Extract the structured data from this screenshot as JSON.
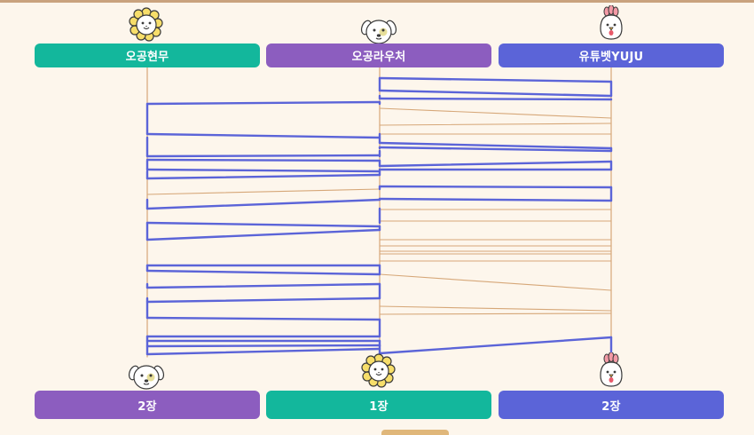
{
  "players": [
    {
      "name": "오공현무",
      "color": "#13b79c",
      "avatar": "lion-icon"
    },
    {
      "name": "오공라우처",
      "color": "#8c5dbf",
      "avatar": "dog-icon"
    },
    {
      "name": "유튜벳YUJU",
      "color": "#5b64d8",
      "avatar": "chicken-icon"
    }
  ],
  "results": [
    {
      "label": "2장",
      "color": "#8c5dbf",
      "avatar": "dog-icon"
    },
    {
      "label": "1장",
      "color": "#13b79c",
      "avatar": "lion-icon"
    },
    {
      "label": "2장",
      "color": "#5b64d8",
      "avatar": "chicken-icon"
    }
  ],
  "colors": {
    "rail": "#d6a778",
    "rung": "#d6a778",
    "path": "#5b64d8",
    "background": "#fdf6ec"
  },
  "rungs": [
    {
      "pair": "B-C",
      "l": 88,
      "r": 92,
      "hl": true
    },
    {
      "pair": "B-C",
      "l": 102,
      "r": 108,
      "hl": true
    },
    {
      "pair": "A-B",
      "l": 117,
      "r": 115,
      "hl": true
    },
    {
      "pair": "B-C",
      "l": 111,
      "r": 112,
      "hl": true
    },
    {
      "pair": "B-C",
      "l": 122,
      "r": 133,
      "hl": false
    },
    {
      "pair": "B-C",
      "l": 141,
      "r": 139,
      "hl": false
    },
    {
      "pair": "B-C",
      "l": 151,
      "r": 151,
      "hl": false
    },
    {
      "pair": "A-B",
      "l": 151,
      "r": 155,
      "hl": true
    },
    {
      "pair": "B-C",
      "l": 161,
      "r": 167,
      "hl": true
    },
    {
      "pair": "B-C",
      "l": 166,
      "r": 170,
      "hl": true
    },
    {
      "pair": "A-B",
      "l": 176,
      "r": 175,
      "hl": true
    },
    {
      "pair": "A-B",
      "l": 180,
      "r": 181,
      "hl": true
    },
    {
      "pair": "B-C",
      "l": 187,
      "r": 182,
      "hl": true
    },
    {
      "pair": "B-C",
      "l": 191,
      "r": 191,
      "hl": true
    },
    {
      "pair": "A-B",
      "l": 191,
      "r": 193,
      "hl": true
    },
    {
      "pair": "A-B",
      "l": 201,
      "r": 197,
      "hl": true
    },
    {
      "pair": "B-C",
      "l": 210,
      "r": 211,
      "hl": true
    },
    {
      "pair": "A-B",
      "l": 219,
      "r": 213,
      "hl": false
    },
    {
      "pair": "B-C",
      "l": 224,
      "r": 226,
      "hl": true
    },
    {
      "pair": "A-B",
      "l": 235,
      "r": 225,
      "hl": true
    },
    {
      "pair": "B-C",
      "l": 236,
      "r": 236,
      "hl": false
    },
    {
      "pair": "A-B",
      "l": 251,
      "r": 255,
      "hl": true
    },
    {
      "pair": "B-C",
      "l": 249,
      "r": 249,
      "hl": false
    },
    {
      "pair": "A-B",
      "l": 270,
      "r": 259,
      "hl": true
    },
    {
      "pair": "B-C",
      "l": 270,
      "r": 270,
      "hl": false
    },
    {
      "pair": "B-C",
      "l": 277,
      "r": 277,
      "hl": false
    },
    {
      "pair": "B-C",
      "l": 283,
      "r": 283,
      "hl": false
    },
    {
      "pair": "B-C",
      "l": 286,
      "r": 286,
      "hl": false
    },
    {
      "pair": "B-C",
      "l": 294,
      "r": 294,
      "hl": false
    },
    {
      "pair": "A-B",
      "l": 299,
      "r": 299,
      "hl": true
    },
    {
      "pair": "A-B",
      "l": 305,
      "r": 309,
      "hl": true
    },
    {
      "pair": "B-C",
      "l": 309,
      "r": 327,
      "hl": false
    },
    {
      "pair": "A-B",
      "l": 324,
      "r": 320,
      "hl": true
    },
    {
      "pair": "A-B",
      "l": 340,
      "r": 336,
      "hl": true
    },
    {
      "pair": "B-C",
      "l": 345,
      "r": 350,
      "hl": false
    },
    {
      "pair": "B-C",
      "l": 354,
      "r": 353,
      "hl": false
    },
    {
      "pair": "A-B",
      "l": 358,
      "r": 360,
      "hl": true
    },
    {
      "pair": "A-B",
      "l": 379,
      "r": 379,
      "hl": true
    },
    {
      "pair": "A-B",
      "l": 384,
      "r": 384,
      "hl": true
    },
    {
      "pair": "A-B",
      "l": 390,
      "r": 389,
      "hl": true
    },
    {
      "pair": "B-C",
      "l": 398,
      "r": 380,
      "hl": true
    },
    {
      "pair": "A-B",
      "l": 399,
      "r": 393,
      "hl": true
    }
  ]
}
